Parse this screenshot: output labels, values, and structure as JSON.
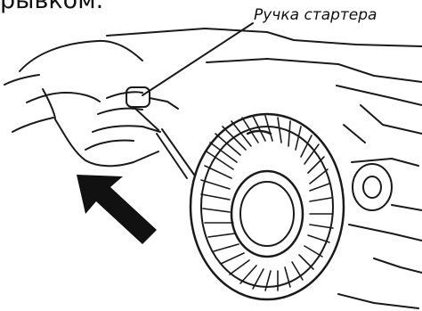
{
  "document": {
    "top_text": "рывком.",
    "callout_label": "Ручка стартера"
  },
  "illustration": {
    "subject": "engine recoil starter with hand pulling starter handle",
    "arrow_color": "#111111",
    "line_color": "#1a1a1a"
  }
}
